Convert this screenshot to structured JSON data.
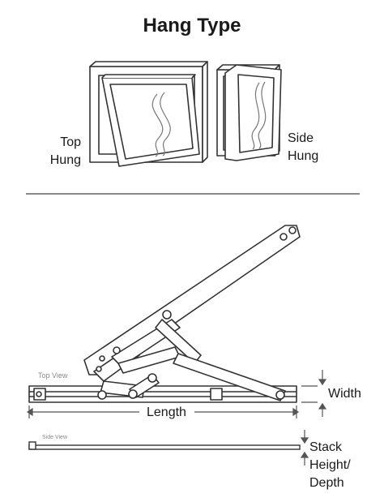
{
  "title": "Hang Type",
  "labels": {
    "top_hung_line1": "Top",
    "top_hung_line2": "Hung",
    "side_hung_line1": "Side",
    "side_hung_line2": "Hung"
  },
  "views": {
    "top_view": "Top View",
    "side_view": "Side View"
  },
  "measurements": {
    "width": "Width",
    "length": "Length",
    "stack_line1": "Stack",
    "stack_line2": "Height/",
    "stack_line3": "Depth"
  }
}
